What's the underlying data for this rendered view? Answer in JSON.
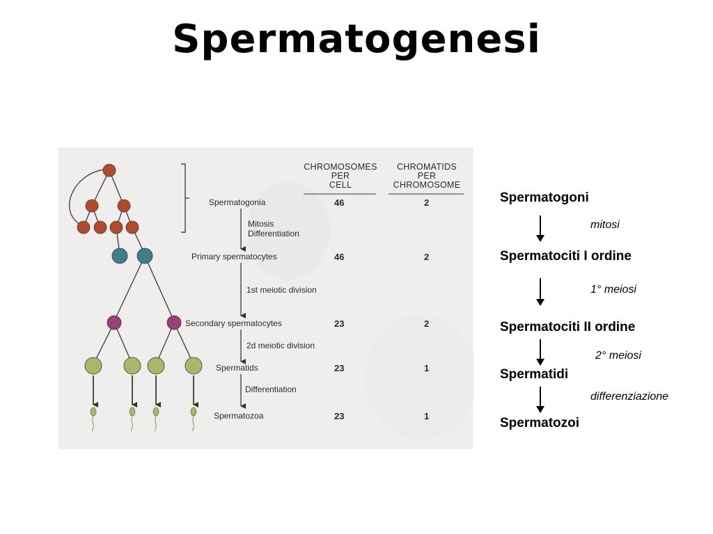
{
  "title": "Spermatogenesi",
  "figure": {
    "col1_head": [
      "CHROMOSOMES",
      "PER",
      "CELL"
    ],
    "col2_head": [
      "CHROMATIDS",
      "PER",
      "CHROMOSOME"
    ],
    "rows": [
      {
        "stage": "Spermatogonia",
        "chromosomes": "46",
        "chromatids": "2"
      },
      {
        "stage": "Primary spermatocytes",
        "chromosomes": "46",
        "chromatids": "2"
      },
      {
        "stage": "Secondary spermatocytes",
        "chromosomes": "23",
        "chromatids": "2"
      },
      {
        "stage": "Spermatids",
        "chromosomes": "23",
        "chromatids": "1"
      },
      {
        "stage": "Spermatozoa",
        "chromosomes": "23",
        "chromatids": "1"
      }
    ],
    "steps": [
      "Mitosis",
      "Differentiation",
      "1st meiotic division",
      "2d meiotic division",
      "Differentiation"
    ],
    "colors": {
      "spermatogonia": "#b5492b",
      "primary": "#3f7d8e",
      "secondary": "#9a3f78",
      "spermatids": "#a7b86a"
    }
  },
  "summary": {
    "stages": [
      "Spermatogoni",
      "Spermatociti I ordine",
      "Spermatociti II ordine",
      "Spermatidi",
      "Spermatozoi"
    ],
    "processes": [
      "mitosi",
      "1° meiosi",
      "2° meiosi",
      "differenziazione"
    ]
  }
}
